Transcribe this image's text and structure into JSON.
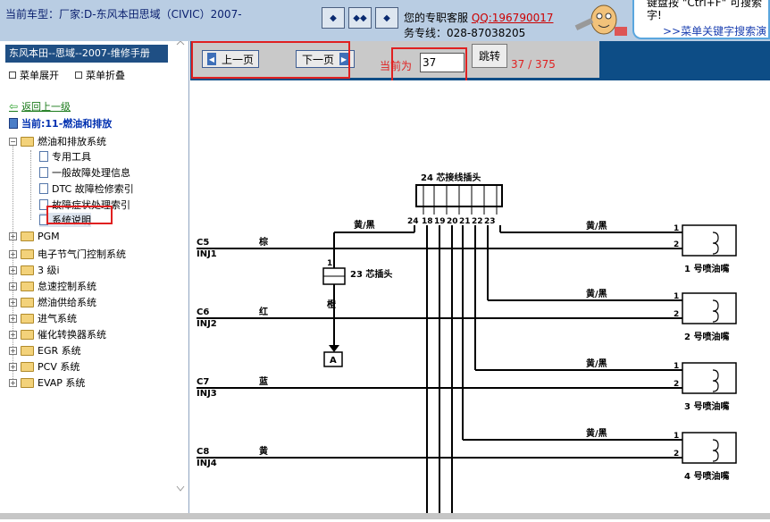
{
  "topbar": {
    "car_label": "当前车型：厂家:D-东风本田思域（CIVIC）2007-",
    "support_line1_prefix": "您的专职客服",
    "support_qq": "QQ:196790017",
    "support_line2": "务专线：028-87038205",
    "tip_line1": "键盘按 \"Ctrl+F\" 可搜索",
    "tip_line2": "字!",
    "tip_link": ">>菜单关键字搜索演",
    "nav_buttons": [
      "collapse-left",
      "toggle-both",
      "collapse-right"
    ]
  },
  "sidebar": {
    "title": "东风本田--思域--2007-维修手册",
    "expand_label": "菜单展开",
    "collapse_label": "菜单折叠",
    "back_label": "返回上一级",
    "current_label": "当前:11-燃油和排放",
    "tree": [
      {
        "label": "燃油和排放系统",
        "type": "folder",
        "expanded": true
      },
      {
        "label": "专用工具",
        "type": "doc"
      },
      {
        "label": "一般故障处理信息",
        "type": "doc"
      },
      {
        "label": "DTC 故障检修索引",
        "type": "doc"
      },
      {
        "label": "故障症状处理索引",
        "type": "doc"
      },
      {
        "label": "系统说明",
        "type": "doc",
        "selected": true
      },
      {
        "label": "PGM",
        "type": "folder"
      },
      {
        "label": "电子节气门控制系统",
        "type": "folder"
      },
      {
        "label": "3 级i",
        "type": "folder"
      },
      {
        "label": "怠速控制系统",
        "type": "folder"
      },
      {
        "label": "燃油供给系统",
        "type": "folder"
      },
      {
        "label": "进气系统",
        "type": "folder"
      },
      {
        "label": "催化转换器系统",
        "type": "folder"
      },
      {
        "label": "EGR 系统",
        "type": "folder"
      },
      {
        "label": "PCV 系统",
        "type": "folder"
      },
      {
        "label": "EVAP 系统",
        "type": "folder"
      }
    ]
  },
  "pager": {
    "prev_label": "上一页",
    "next_label": "下一页",
    "current_label": "当前为",
    "current_value": "37",
    "jump_label": "跳转",
    "page_count": "37 / 375"
  },
  "diagram": {
    "connector24_label": "24 芯接线插头",
    "connector23_label": "23 芯插头",
    "pins": [
      "24",
      "18",
      "19",
      "20",
      "21",
      "22",
      "23"
    ],
    "wire_color_top": "黄/黑",
    "wire_color_orange": "橙",
    "ground_label": "A",
    "channels": [
      {
        "pin": "C5",
        "inj": "INJ1",
        "color": "棕",
        "right_color": "黄/黑",
        "injector": "1 号喷油嘴"
      },
      {
        "pin": "C6",
        "inj": "INJ2",
        "color": "红",
        "right_color": "黄/黑",
        "injector": "2 号喷油嘴"
      },
      {
        "pin": "C7",
        "inj": "INJ3",
        "color": "蓝",
        "right_color": "黄/黑",
        "injector": "3 号喷油嘴"
      },
      {
        "pin": "C8",
        "inj": "INJ4",
        "color": "黄",
        "right_color": "黄/黑",
        "injector": "4 号喷油嘴"
      }
    ],
    "terminal_numbers": [
      "1",
      "2"
    ]
  }
}
